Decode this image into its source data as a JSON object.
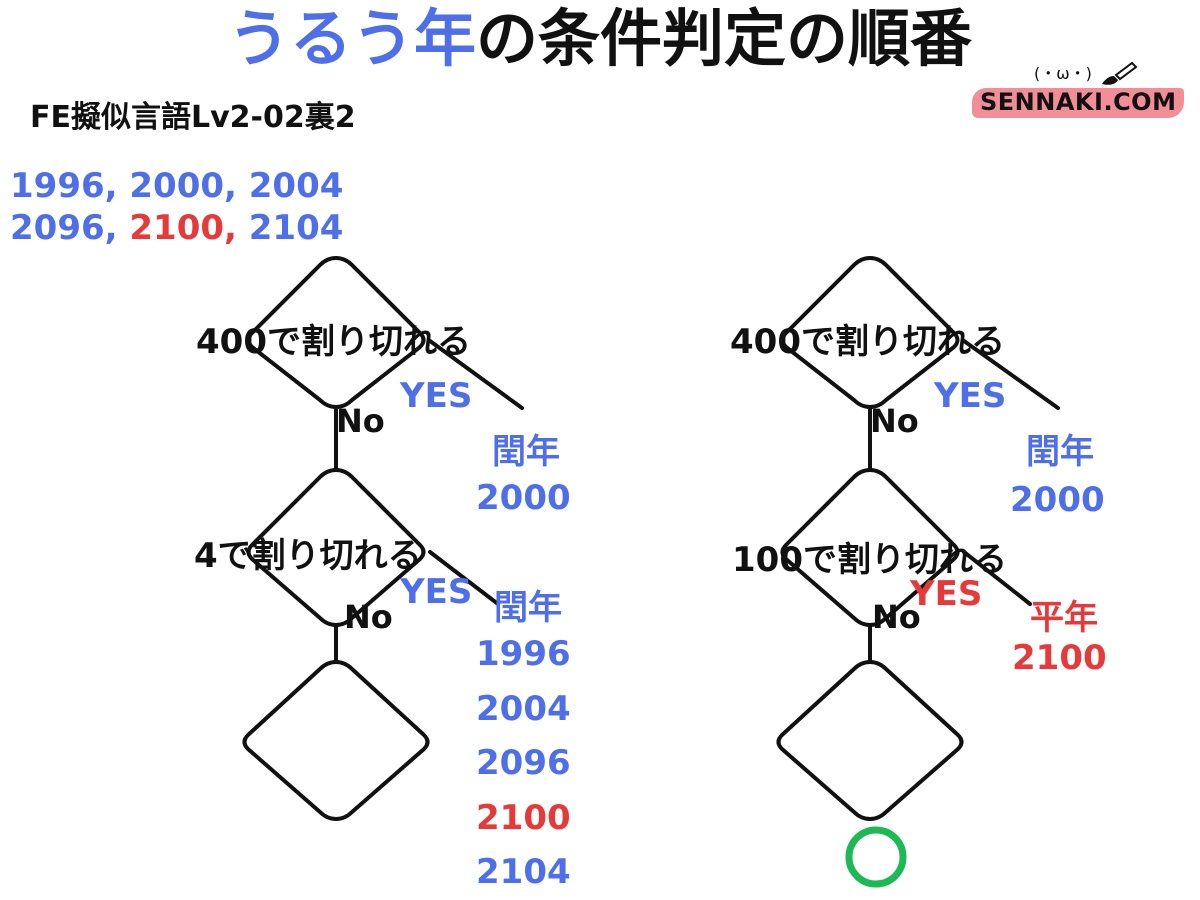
{
  "title": {
    "accent": "うるう年",
    "rest": "の条件判定の順番"
  },
  "subtitle": "FE擬似言語Lv2-02裏2",
  "logo": {
    "text": "SENNAKI.COM",
    "face": "(・ω・)"
  },
  "years": {
    "line1": "1996, 2000, 2004",
    "line2_a": "2096, ",
    "line2_b": "2100,",
    "line2_c": " 2104"
  },
  "left": {
    "cond1": "400で割り切れる",
    "yes1": "YES",
    "no1": "No",
    "result1_label": "閏年",
    "result1_year": "2000",
    "cond2": "4で割り切れる",
    "yes2": "YES",
    "no2": "No",
    "result2_label": "閏年",
    "result2_years": [
      "1996",
      "2004",
      "2096",
      "2100",
      "2104"
    ]
  },
  "right": {
    "cond1": "400で割り切れる",
    "yes1": "YES",
    "no1": "No",
    "result1_label": "閏年",
    "result1_year": "2000",
    "cond2": "100で割り切れる",
    "yes2": "YES",
    "no2": "No",
    "result2_label": "平年",
    "result2_year": "2100"
  },
  "colors": {
    "blue": "#4f6fe8",
    "red": "#e63a3a",
    "green": "#1db954",
    "black": "#111111"
  }
}
